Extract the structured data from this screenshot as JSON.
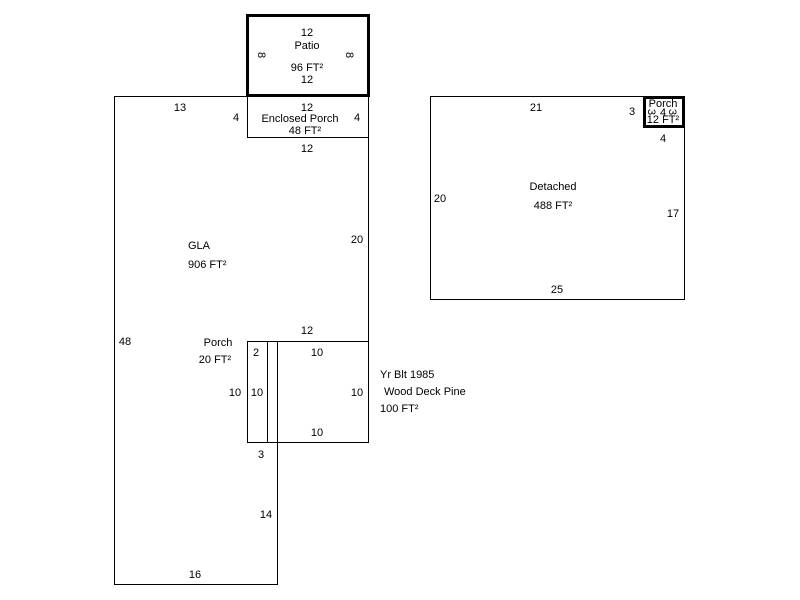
{
  "areas": {
    "gla": {
      "name": "GLA",
      "area": "906 FT²"
    },
    "patio": {
      "name": "Patio",
      "area": "96 FT²"
    },
    "enclosed_porch": {
      "name": "Enclosed Porch",
      "area": "48 FT²"
    },
    "porch_left": {
      "name": "Porch",
      "area": "20 FT²"
    },
    "wood_deck": {
      "year": "Yr Blt 1985",
      "name": "Wood Deck Pine",
      "area": "100 FT²"
    },
    "detached": {
      "name": "Detached",
      "area": "488 FT²"
    },
    "porch_small": {
      "name": "Porch",
      "area": "12 FT²"
    }
  },
  "dims": {
    "patio_top": "12",
    "patio_bottom": "12",
    "patio_left": "8",
    "patio_right": "8",
    "gla_top": "13",
    "ep_left": "4",
    "ep_top": "12",
    "ep_right": "4",
    "ep_bottom": "12",
    "gla_right": "20",
    "deck_top": "12",
    "gla_left": "48",
    "porch_top": "2",
    "porch_left_side": "10",
    "porch_right_side": "10",
    "deck_inner_top": "10",
    "deck_right": "10",
    "deck_bottom": "10",
    "step_3": "3",
    "lower_right": "14",
    "gla_bottom": "16",
    "det_top": "21",
    "det_left": "20",
    "det_right": "17",
    "det_bottom": "25",
    "sp_left": "3",
    "sp_inner_l": "3",
    "sp_inner_r": "3",
    "sp_top": "4",
    "sp_bottom": "4"
  }
}
